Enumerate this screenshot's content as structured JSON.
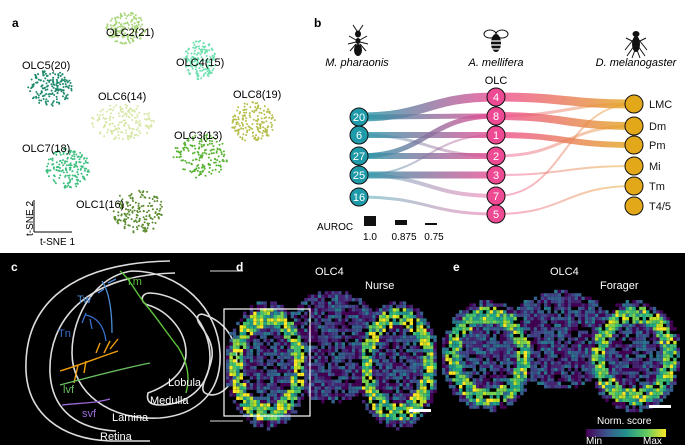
{
  "panels": {
    "a": {
      "letter": "a",
      "clusters": [
        {
          "label": "OLC2(21)",
          "color": "#a9d67c"
        },
        {
          "label": "OLC4(15)",
          "color": "#6fe0b0"
        },
        {
          "label": "OLC5(20)",
          "color": "#1f8a6e"
        },
        {
          "label": "OLC6(14)",
          "color": "#d6e7a4"
        },
        {
          "label": "OLC8(19)",
          "color": "#b7bf4c"
        },
        {
          "label": "OLC3(13)",
          "color": "#58b333"
        },
        {
          "label": "OLC7(18)",
          "color": "#3cbf7f"
        },
        {
          "label": "OLC1(16)",
          "color": "#5a8a2e"
        }
      ],
      "axis_y": "t-SNE 2",
      "axis_x": "t-SNE 1"
    },
    "b": {
      "letter": "b",
      "species": [
        "M. pharaonis",
        "A. mellifera",
        "D. melanogaster"
      ],
      "olc_label": "OLC",
      "left_nodes": [
        "20",
        "6",
        "27",
        "25",
        "16"
      ],
      "mid_nodes": [
        "4",
        "8",
        "1",
        "2",
        "3",
        "7",
        "5"
      ],
      "right_nodes": [
        "LMC",
        "Dm",
        "Pm",
        "Mi",
        "Tm",
        "T4/5"
      ],
      "auroc_label": "AUROC",
      "auroc_values": [
        "1.0",
        "0.875",
        "0.75"
      ],
      "colors": {
        "left": "#1e9aa8",
        "mid": "#ee4a93",
        "right": "#e3a81a"
      }
    },
    "c": {
      "letter": "c",
      "neuron_labels": [
        "Tm",
        "Tw",
        "Tn",
        "lvf",
        "svf"
      ],
      "region_labels": [
        "Lobula",
        "Medulla",
        "Lamina",
        "Retina"
      ]
    },
    "d": {
      "letter": "d",
      "title": "OLC4",
      "subtitle": "Nurse"
    },
    "e": {
      "letter": "e",
      "title": "OLC4",
      "subtitle": "Forager",
      "legend_title": "Norm. score",
      "legend_min": "Min",
      "legend_max": "Max"
    }
  }
}
